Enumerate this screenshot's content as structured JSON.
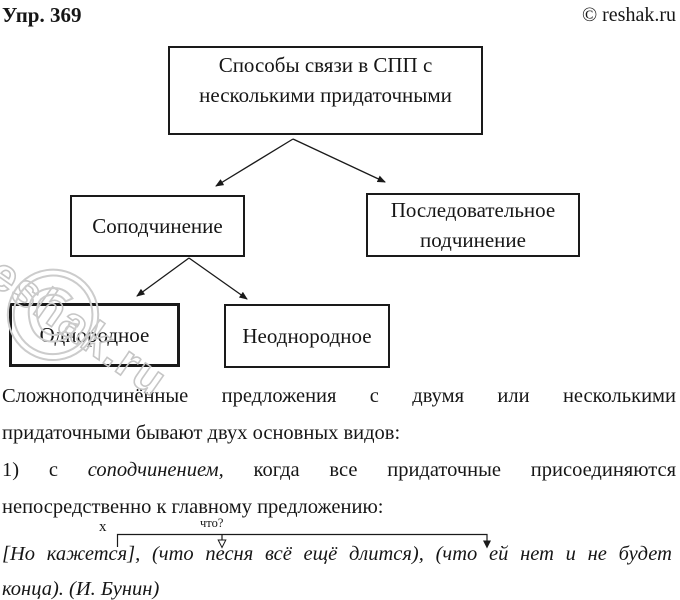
{
  "header": {
    "exercise_label": "Упр. 369",
    "copyright": "© reshak.ru"
  },
  "diagram": {
    "root_box": {
      "line1": "Способы связи в СПП с",
      "line2": "несколькими придаточными"
    },
    "left_box": {
      "label": "Соподчинение"
    },
    "right_box": {
      "line1": "Последовательное",
      "line2": "подчинение"
    },
    "homogeneous_box": {
      "label": "Однородное"
    },
    "heterogeneous_box": {
      "label": "Неоднородное"
    }
  },
  "watermark": {
    "text": "reshak.ru",
    "symbol": "©",
    "color": "#c6c6c6"
  },
  "body_text": {
    "line1_words": [
      "Сложноподчинённые",
      "предложения",
      "с",
      "двумя",
      "или",
      "несколькими"
    ],
    "line2": "придаточными бывают двух основных видов:",
    "line3": {
      "w1": "1)",
      "w2": "с",
      "w3_italic": "соподчинением,",
      "w4": "когда",
      "w5": "все",
      "w6": "придаточные",
      "w7": "присоединяются"
    },
    "line4": "непосредственно к главному предложению:",
    "annotation": {
      "x_label": "x",
      "question": "что?"
    },
    "line5_words": [
      "[Но",
      "кажется],",
      "(что",
      "песня",
      "всё",
      "ещё",
      "длится),",
      "(что",
      "ей",
      "нет",
      "и",
      "не",
      "будет"
    ],
    "line6": "конца). (И. Бунин)"
  },
  "colors": {
    "background": "#ffffff",
    "text": "#161616",
    "box_border": "#1a1a1a",
    "watermark": "#c6c6c6"
  }
}
